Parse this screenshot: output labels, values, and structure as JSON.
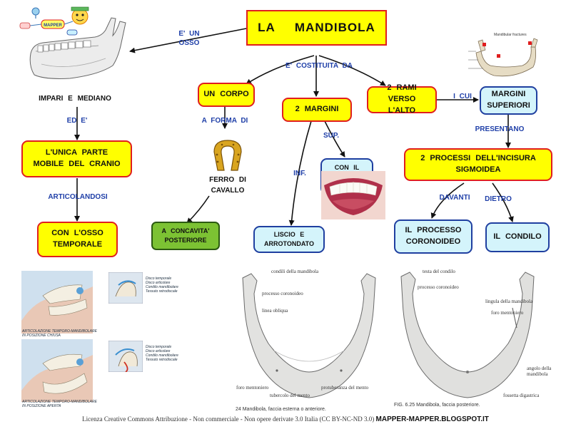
{
  "title": "LA MANDIBOLA",
  "logo_text": "MAPPER",
  "nodes": {
    "impari": "IMPARI  E  MEDIANO",
    "unica": "L'UNICA   PARTE\nMOBILE  DEL  CRANIO",
    "osso_temporale": "CON  L'OSSO\nTEMPORALE",
    "un_corpo": "UN  CORPO",
    "ferro": "FERRO  DI\nCAVALLO",
    "concavita": "A  CONCAVITA'\nPOSTERIORE",
    "margini": "2  MARGINI",
    "processo_alveolare": "CON  IL\nPROCESSO\nALVEOLARE",
    "liscio": "LISCIO  E\nARROTONDATO",
    "rami": "2  RAMI  VERSO\nL'ALTO",
    "margini_superiori": "MARGINI\nSUPERIORI",
    "processi": "2  PROCESSI  DELL'INCISURA\nSIGMOIDEA",
    "coronoideo": "IL  PROCESSO\nCORONOIDEO",
    "condilo": "IL  CONDILO"
  },
  "labels": {
    "e_un_osso": "E'  UN\nOSSO",
    "costituita": "E'  COSTITUITA  DA",
    "ed_e": "ED  E'",
    "articolandosi": "ARTICOLANDOSI",
    "a_forma_di": "A  FORMA  DI",
    "sup": "SUP.",
    "inf": "INF.",
    "i_cui": "I  CUI",
    "presentano": "PRESENTANO",
    "davanti": "DAVANTI",
    "dietro": "DIETRO"
  },
  "captions": {
    "left_front": [
      "condili della mandibola",
      "processo coronoideo",
      "linea obliqua",
      "foro mentoniero",
      "tubercolo del mento",
      "protuberanza del mento"
    ],
    "left_figure": "24 Mandibola, faccia esterna o anteriore.",
    "right_back": [
      "testa del condilo",
      "processo coronoideo",
      "lingula della mandibola",
      "foro mentoniero",
      "angolo della mandibola",
      "fossetta digastrica"
    ],
    "right_figure": "FIG. 6.25 Mandibola, faccia posteriore.",
    "atm_closed": "ARTICOLAZIONE TEMPORO-MANDIBOLARE\nIN POSIZIONE CHIUSA",
    "atm_open": "ARTICOLAZIONE TEMPORO-MANDIBOLARE\nIN POSIZIONE APERTA",
    "atm_parts": [
      "Disco temporale",
      "Disco articolare",
      "Condilo mandibolare",
      "Tessuto retrodiscale"
    ],
    "fractures": "Mandibular fractures"
  },
  "footer": {
    "license": "Licenza Creative Commons Attribuzione - Non commerciale - Non opere derivate 3.0 Italia (CC BY-NC-ND 3.0)",
    "site": "MAPPER-MAPPER.BLOGSPOT.IT"
  },
  "colors": {
    "node_yellow": "#ffff00",
    "node_border_red": "#e01e1e",
    "node_cyan": "#d4f4fb",
    "node_border_blue": "#1f3fa0",
    "node_green": "#7cc233",
    "label_blue": "#1f3fa8"
  }
}
